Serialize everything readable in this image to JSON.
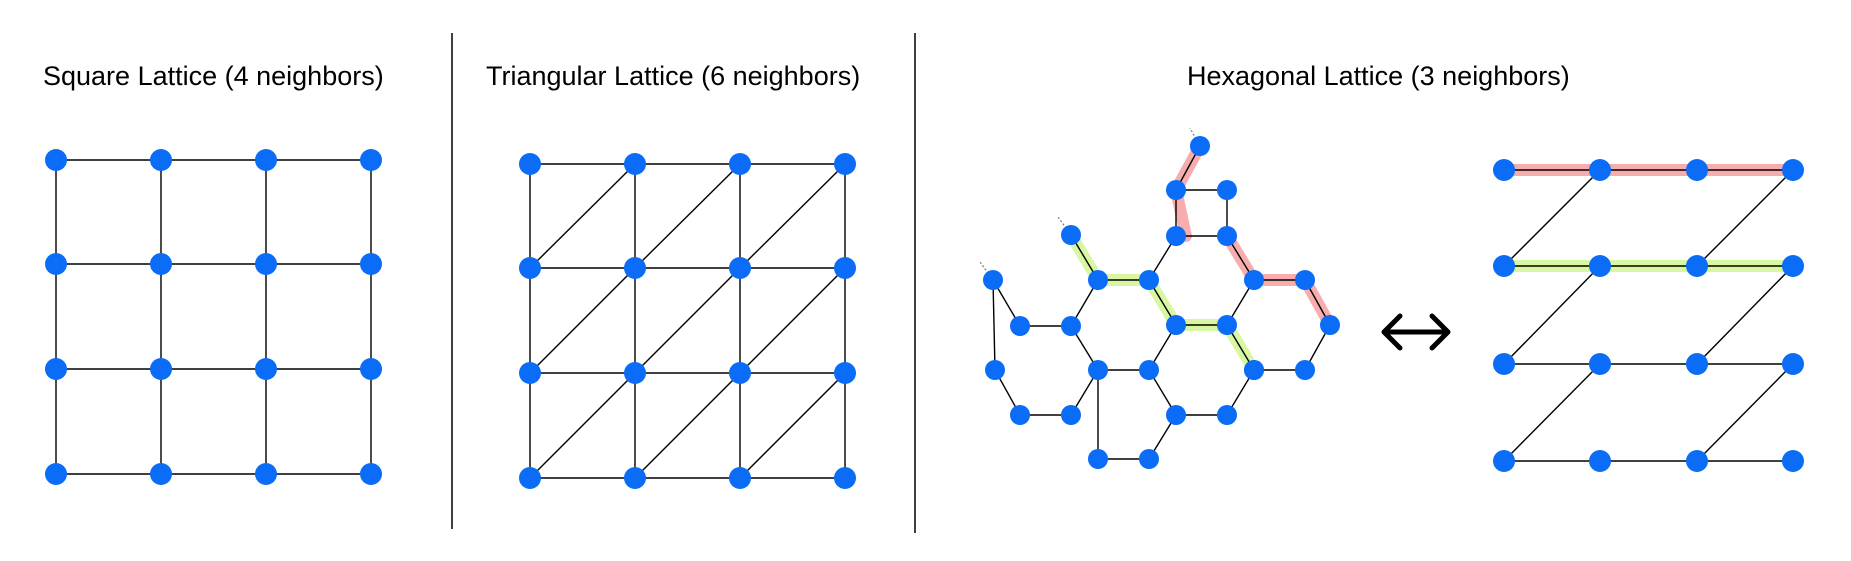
{
  "panels": {
    "square": {
      "title": "Square Lattice (4 neighbors)"
    },
    "triangular": {
      "title": "Triangular Lattice (6 neighbors)"
    },
    "hexagonal": {
      "title": "Hexagonal Lattice (3 neighbors)"
    }
  },
  "symbols": {
    "equivalence_arrow": "⟷"
  },
  "colors": {
    "node": "#0a6cf7",
    "edge": "#000000",
    "highlight_red": "#f06a6a",
    "highlight_green": "#b9f055"
  }
}
